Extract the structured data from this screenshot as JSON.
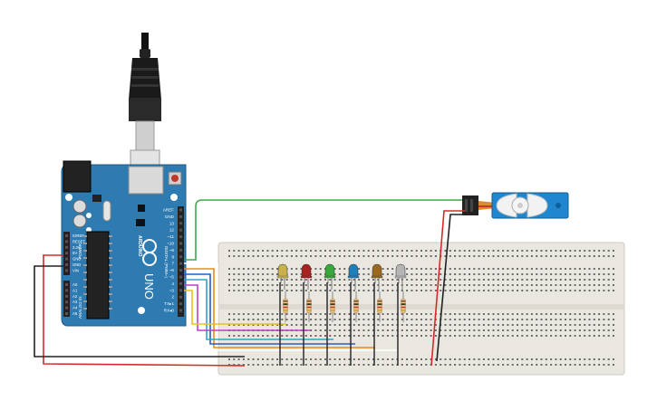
{
  "board": {
    "logo_text": "UNO",
    "brand_text": "ARDUINO",
    "top_pin_labels": [
      "AREF",
      "GND",
      "13",
      "12",
      "~11",
      "~10",
      "~9",
      "8",
      "7",
      "~6",
      "~5",
      "4",
      "~3",
      "2",
      "TX▸1",
      "RX◂0"
    ],
    "digital_label": "DIGITAL (PWM~)",
    "power_pin_labels": [
      "IOREF",
      "RESET",
      "3.3V",
      "5V",
      "GND",
      "GND",
      "VIN"
    ],
    "power_label": "POWER",
    "analog_pin_labels": [
      "A0",
      "A1",
      "A2",
      "A3",
      "A4",
      "A5"
    ],
    "analog_label": "ANALOG IN"
  },
  "colors": {
    "board": "#2e7bb1",
    "breadboard": "#eae7e1",
    "wire_green": "#3daa47",
    "wire_red": "#d62a2a",
    "wire_black": "#222222",
    "wire_yellow": "#e8c41d",
    "wire_magenta": "#c23dc9",
    "wire_cyan": "#2aa7c9",
    "wire_blue": "#2a5ac9",
    "wire_orange": "#e88b1d",
    "servo": "#1e87cf"
  },
  "leds": [
    {
      "color": "#c9b14a"
    },
    {
      "color": "#a8231f"
    },
    {
      "color": "#38a83a"
    },
    {
      "color": "#1f7fb8"
    },
    {
      "color": "#9a6a1c"
    },
    {
      "color": "#b5b5b5"
    }
  ],
  "icons": {
    "usb_cable": "usb-cable-icon",
    "reset_button": "reset-button-icon",
    "servo": "servo-motor-icon"
  }
}
